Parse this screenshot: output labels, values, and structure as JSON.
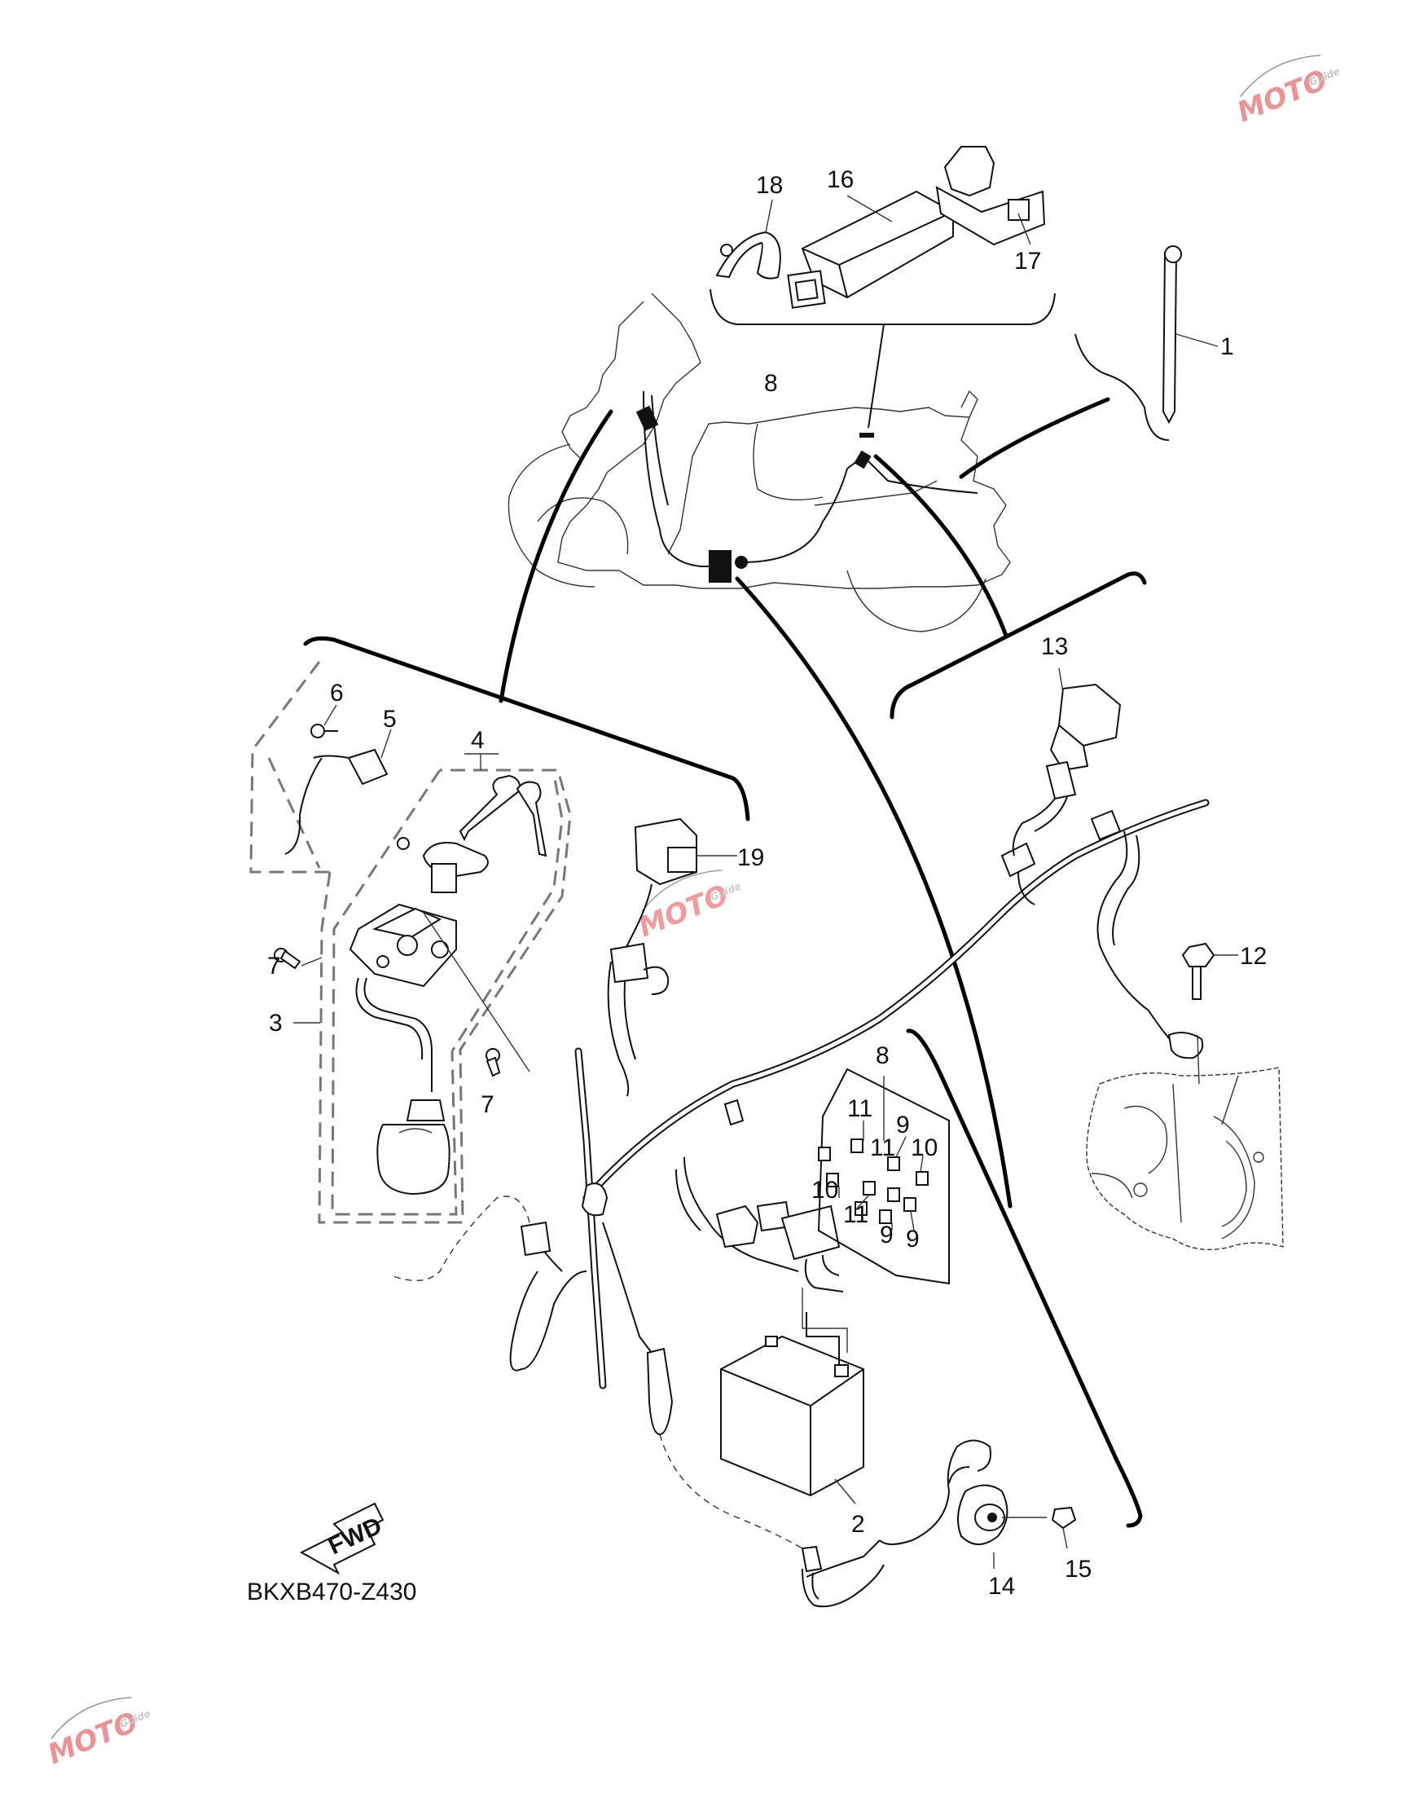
{
  "diagram": {
    "code": "BKXB470-Z430",
    "fwd_label": "FWD",
    "watermark": {
      "brand": "MOTO",
      "sub": "Guide"
    },
    "callouts": {
      "c1": "1",
      "c2": "2",
      "c3": "3",
      "c4": "4",
      "c5": "5",
      "c6": "6",
      "c7a": "7",
      "c7b": "7",
      "c8a": "8",
      "c8b": "8",
      "c9a": "9",
      "c9b": "9",
      "c9c": "9",
      "c10a": "10",
      "c10b": "10",
      "c11a": "11",
      "c11b": "11",
      "c11c": "11",
      "c12": "12",
      "c13": "13",
      "c14": "14",
      "c15": "15",
      "c16": "16",
      "c17": "17",
      "c18": "18",
      "c19": "19"
    },
    "colors": {
      "ink": "#111111",
      "watermark_red": "#e03a3a",
      "watermark_blue": "#6a7fc4"
    }
  }
}
